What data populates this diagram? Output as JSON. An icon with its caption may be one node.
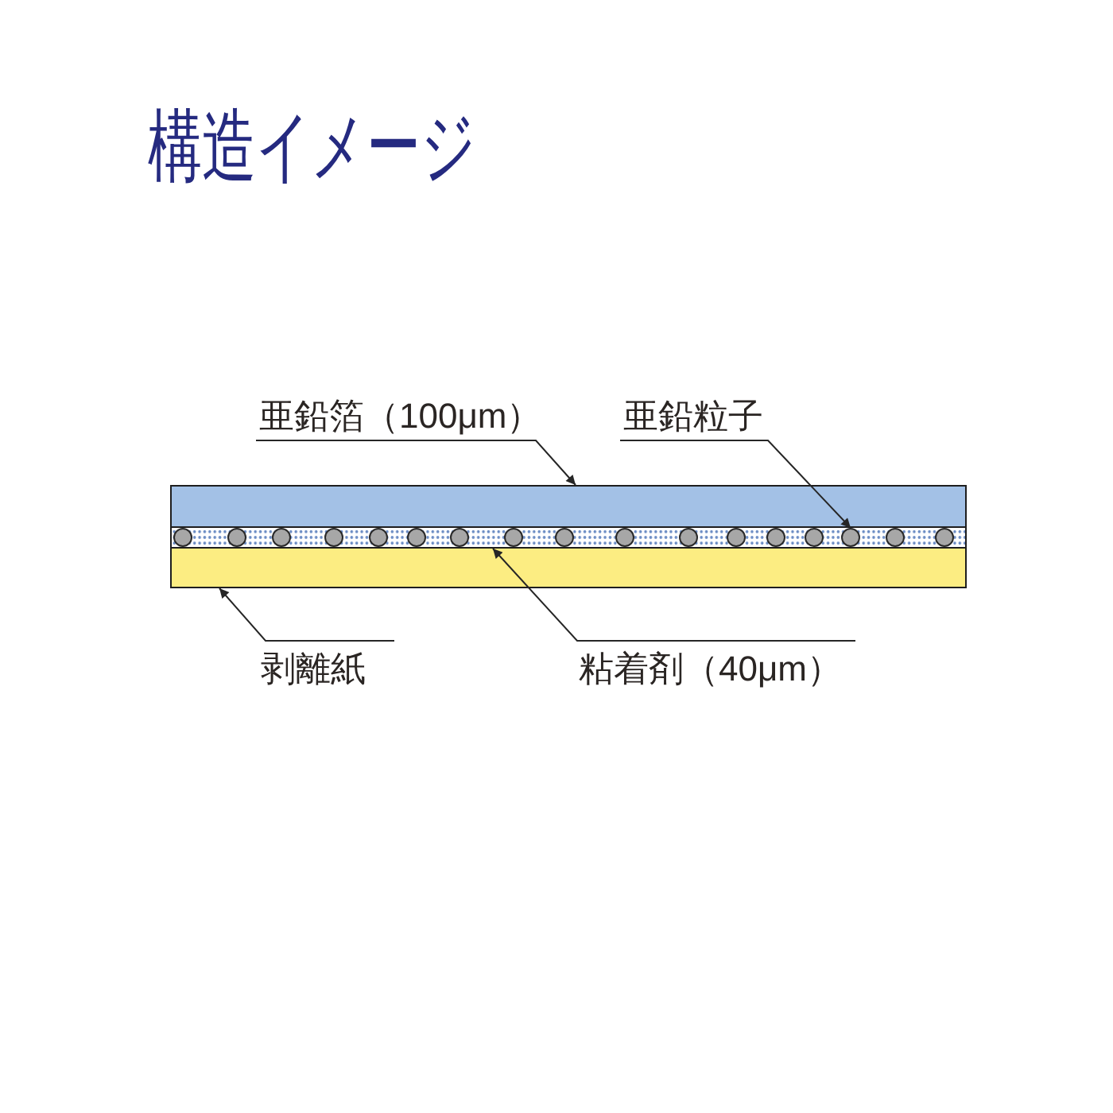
{
  "diagram": {
    "title": "構造イメージ",
    "nodes": [
      {
        "text": [
          "亜鉛箔（100μm）"
        ]
      },
      {
        "text": [
          "亜鉛粒子"
        ]
      },
      {
        "text": [],
        "shape": "box"
      },
      {
        "text": [],
        "shape": "box"
      },
      {
        "text": [],
        "shape": "circle",
        "in": 3
      },
      {
        "text": [],
        "shape": "box"
      },
      {
        "text": [
          "剥離紙"
        ]
      },
      {
        "text": [
          "粘着剤（40μm）"
        ]
      }
    ],
    "edges": [
      {
        "from": 0,
        "to": 2,
        "arrow": "to"
      },
      {
        "from": 1,
        "to": 4,
        "arrow": "to"
      },
      {
        "from": 6,
        "to": 5,
        "arrow": "to"
      },
      {
        "from": 7,
        "to": 3,
        "arrow": "to"
      }
    ]
  }
}
